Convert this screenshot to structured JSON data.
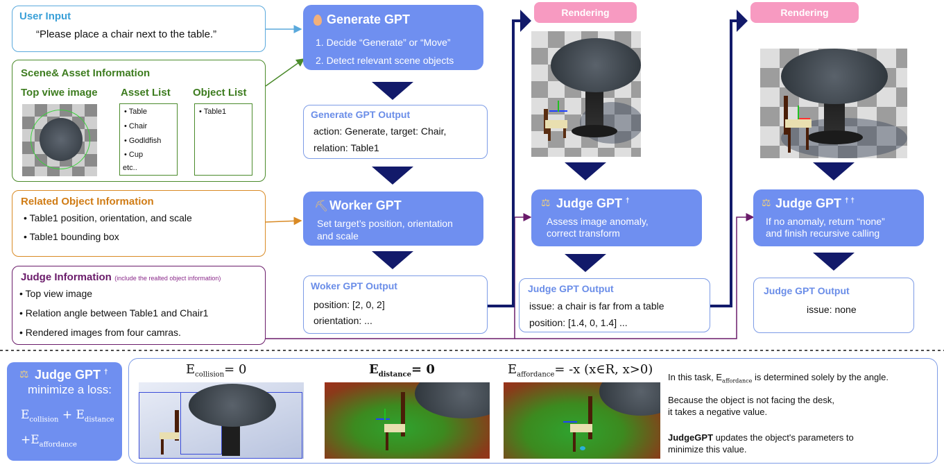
{
  "user_input": {
    "title": "User Input",
    "text": "“Please place a chair next to the table.”"
  },
  "scene_info": {
    "title": "Scene& Asset Information",
    "top_view_label": "Top viwe image",
    "asset_list_label": "Asset List",
    "asset_items": [
      "• Table",
      "• Chair",
      "• Godldfish",
      "• Cup",
      "etc.."
    ],
    "object_list_label": "Object List",
    "object_items": [
      "• Table1"
    ]
  },
  "related_info": {
    "title": "Related Object Information",
    "items": [
      "• Table1 position, orientation, and scale",
      "• Table1 bounding box"
    ]
  },
  "judge_info": {
    "title": "Judge Information",
    "title_note": "(include the realted object information)",
    "items": [
      "• Top view image",
      "• Relation angle between Table1 and Chair1",
      "• Rendered images from four camras."
    ]
  },
  "generate_gpt": {
    "title": "Generate GPT",
    "line1": "1. Decide “Generate” or  “Move”",
    "line2": "2. Detect relevant scene objects"
  },
  "generate_output": {
    "title": "Generate GPT Output",
    "line1": "action: Generate, target: Chair,",
    "line2": "relation: Table1"
  },
  "worker_gpt": {
    "title": "Worker GPT",
    "line1": "Set target’s position, orientation",
    "line2": "and scale"
  },
  "worker_output": {
    "title": "Woker GPT Output",
    "line1": "position: [2, 0, 2]",
    "line2": "orientation: ..."
  },
  "rendering1": {
    "label": "Rendering"
  },
  "judge_gpt1": {
    "title": "Judge GPT",
    "sup": "†",
    "line1": "Assess image anomaly,",
    "line2": "correct transform"
  },
  "judge_output1": {
    "title": "Judge GPT Output",
    "line1": "issue: a chair is far from a table",
    "line2": "position: [1.4, 0, 1.4] ..."
  },
  "rendering2": {
    "label": "Rendering"
  },
  "judge_gpt2": {
    "title": "Judge GPT",
    "sup": "† †",
    "line1": "If no anomaly, return “none”",
    "line2": "and finish  recursive calling"
  },
  "judge_output2": {
    "title": "Judge GPT Output",
    "line1": "issue: none"
  },
  "bottom_judge": {
    "title": "Judge GPT",
    "sup": "†",
    "subtitle": "minimize a loss:",
    "e": "E",
    "collision": "collision",
    "distance": "distance",
    "affordance": "affordance",
    "plus": "+"
  },
  "loss_labels": {
    "collision": {
      "e": "E",
      "sub": "collision",
      "rest": "= 0"
    },
    "distance": {
      "e": "E",
      "sub": "distance",
      "rest": "= 0"
    },
    "affordance": {
      "e": "E",
      "sub": "affordance",
      "rest": "= -x (x∈R, x>0)"
    }
  },
  "explanation": {
    "p1_pre": "In this task, E",
    "p1_sub": "affordance",
    "p1_post": " is determined solely by the angle.",
    "p2a": "Because the object is not facing the desk,",
    "p2b": "it takes a negative value.",
    "p3_bold": "JudgeGPT",
    "p3a": " updates the object's parameters to",
    "p3b": "minimize this value."
  },
  "colors": {
    "gpt": "#6f8ff0",
    "navy": "#121a6a",
    "pink": "#f79ac1",
    "purple": "#6a1b6a",
    "green": "#4a8a2a",
    "orange": "#d98a24",
    "lightblue": "#5aa9dc"
  }
}
